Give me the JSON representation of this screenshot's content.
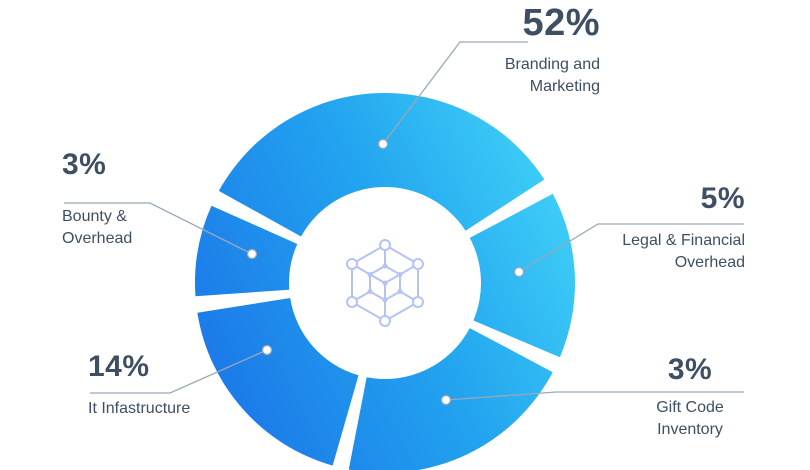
{
  "chart_data": {
    "type": "pie",
    "subtype": "donut",
    "title": "",
    "unit": "%",
    "categories": [
      "Branding and Marketing",
      "Bounty & Overhead",
      "It Infastructure",
      "Gift Code Inventory",
      "Legal & Financial Overhead"
    ],
    "values": [
      52,
      3,
      14,
      3,
      5
    ],
    "colors": {
      "gradient_start": "#1b76e8",
      "gradient_end": "#3fd0f7",
      "text": "#3e4f63",
      "leader_line": "#9aa8b6",
      "center_icon": "#b5c3f4"
    },
    "legend_position": "callouts-around-chart",
    "segments_drawn": [
      {
        "id": "branding",
        "label": "Branding and Marketing",
        "value": 52,
        "start_deg": 33,
        "end_deg": 151
      },
      {
        "id": "bounty",
        "label": "Bounty & Overhead",
        "value": 3,
        "start_deg": 156,
        "end_deg": 184
      },
      {
        "id": "infra",
        "label": "It Infastructure",
        "value": 14,
        "start_deg": 189,
        "end_deg": 254
      },
      {
        "id": "gift",
        "label": "Gift Code Inventory",
        "value": 3,
        "start_deg": 259,
        "end_deg": 332
      },
      {
        "id": "legal",
        "label": "Legal & Financial Overhead",
        "value": 5,
        "start_deg": -23,
        "end_deg": 28
      }
    ]
  },
  "callouts": {
    "branding": {
      "pct": "52%",
      "line1": "Branding and",
      "line2": "Marketing"
    },
    "bounty": {
      "pct": "3%",
      "line1": "Bounty &",
      "line2": "Overhead"
    },
    "legal": {
      "pct": "5%",
      "line1": "Legal & Financial",
      "line2": "Overhead"
    },
    "infra": {
      "pct": "14%",
      "line1": "It Infastructure",
      "line2": ""
    },
    "gift": {
      "pct": "3%",
      "line1": "Gift Code",
      "line2": "Inventory"
    }
  },
  "center_icon": "blockchain-network-icon"
}
